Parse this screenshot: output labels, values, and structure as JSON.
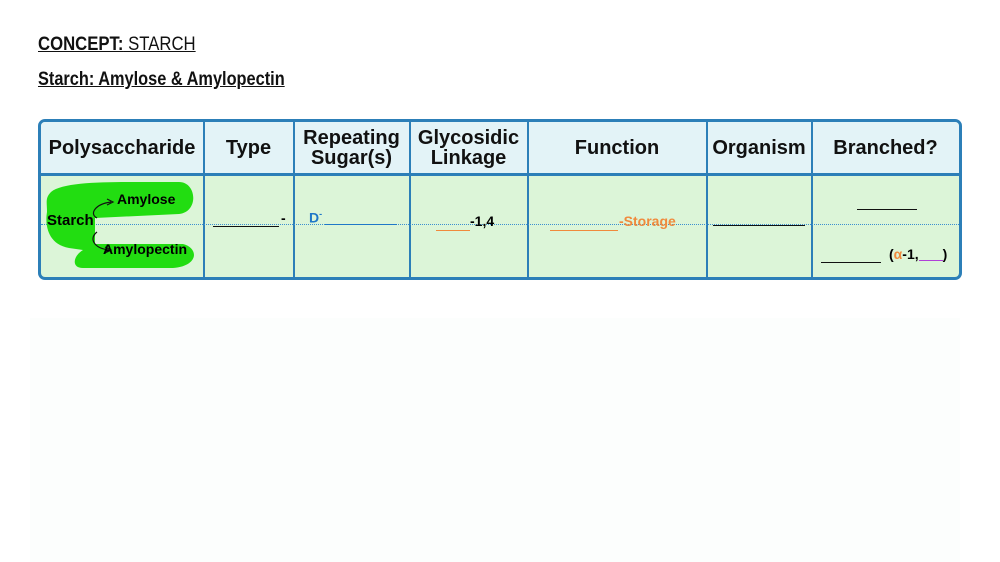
{
  "concept": {
    "label": "CONCEPT:",
    "value": " STARCH"
  },
  "subtitle": "Starch: Amylose & Amylopectin",
  "headers": {
    "polysaccharide": "Polysaccharide",
    "type": "Type",
    "repeating_line1": "Repeating",
    "repeating_line2": "Sugar(s)",
    "glycosidic_line1": "Glycosidic",
    "glycosidic_line2": "Linkage",
    "function": "Function",
    "organism": "Organism",
    "branched": "Branched?"
  },
  "row": {
    "polysaccharide": {
      "root": "Starch",
      "branch1": "Amylose",
      "branch2": "Amylopectin"
    },
    "type_suffix": "-",
    "sugar_prefix": "D",
    "sugar_superscript": "-",
    "linkage_suffix": "-1,4",
    "function_suffix": "-Storage",
    "branched_open": "(",
    "branched_alpha": "α",
    "branched_mid": "-1,",
    "branched_close": ")"
  },
  "colors": {
    "border": "#2c7fb8",
    "header_bg": "#e3f3f7",
    "row_bg": "#dcf5d8",
    "highlight": "#22dd11",
    "blue_text": "#1f78c8",
    "orange_text": "#f08a3c",
    "purple_blank": "#b040d8"
  }
}
